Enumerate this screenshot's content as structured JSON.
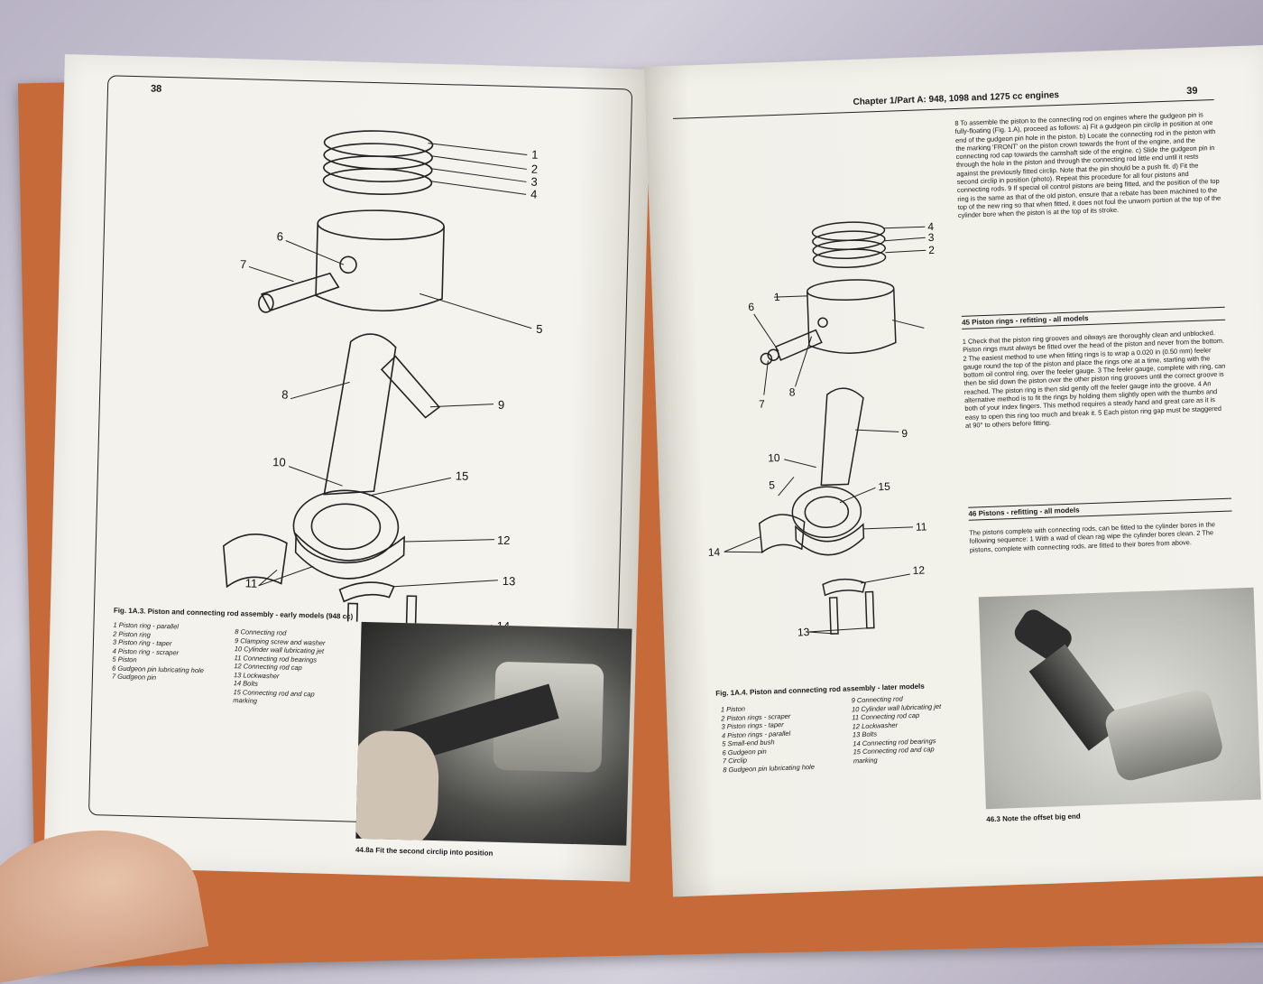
{
  "left_page": {
    "page_number": "38",
    "callouts": [
      "1",
      "2",
      "3",
      "4",
      "5",
      "6",
      "7",
      "8",
      "9",
      "10",
      "11",
      "12",
      "13",
      "14",
      "15"
    ],
    "figure_caption": "Fig. 1A.3. Piston and connecting rod assembly - early models (948 cc)",
    "legend_col1": [
      "1   Piston ring - parallel",
      "2   Piston ring",
      "3   Piston ring - taper",
      "4   Piston ring - scraper",
      "5   Piston",
      "6   Gudgeon pin lubricating hole",
      "7   Gudgeon pin"
    ],
    "legend_col2": [
      "8   Connecting rod",
      "9   Clamping screw and washer",
      "10  Cylinder wall lubricating jet",
      "11  Connecting rod bearings",
      "12  Connecting rod cap",
      "13  Lockwasher",
      "14  Bolts",
      "15  Connecting rod and cap",
      "      marking"
    ],
    "photo_caption": "44.8a Fit the second circlip into position"
  },
  "right_page": {
    "header": "Chapter 1/Part A: 948, 1098 and 1275 cc engines",
    "page_number": "39",
    "callouts": [
      "1",
      "2",
      "3",
      "4",
      "5",
      "6",
      "7",
      "8",
      "9",
      "10",
      "11",
      "12",
      "13",
      "14",
      "15"
    ],
    "figure_caption": "Fig. 1A.4. Piston and connecting rod assembly - later models",
    "legend_col1": [
      "1   Piston",
      "2   Piston rings - scraper",
      "3   Piston rings - taper",
      "4   Piston rings - parallel",
      "5   Small-end bush",
      "6   Gudgeon pin",
      "7   Circlip",
      "8   Gudgeon pin lubricating hole"
    ],
    "legend_col2": [
      "9   Connecting rod",
      "10  Cylinder wall lubricating jet",
      "11  Connecting rod cap",
      "12  Lockwasher",
      "13  Bolts",
      "14  Connecting rod bearings",
      "15  Connecting rod and cap",
      "      marking"
    ],
    "para_top": "8  To assemble the piston to the connecting rod on engines where the gudgeon pin is fully-floating (Fig. 1.A), proceed as follows: a) Fit a gudgeon pin circlip in position at one end of the gudgeon pin hole in the piston. b) Locate the connecting rod in the piston with the marking 'FRONT' on the piston crown towards the front of the engine, and the connecting rod cap towards the camshaft side of the engine. c) Slide the gudgeon pin in through the hole in the piston and through the connecting rod little end until it rests against the previously fitted circlip. Note that the pin should be a push fit. d) Fit the second circlip in position (photo). Repeat this procedure for all four pistons and connecting rods. 9  If special oil control pistons are being fitted, and the position of the top ring is the same as that of the old piston, ensure that a rebate has been machined to the top of the new ring so that when fitted, it does not foul the unworn portion at the top of the cylinder bore when the piston is at the top of its stroke.",
    "section45_title": "45 Piston rings - refitting - all models",
    "section45_text": "1  Check that the piston ring grooves and oilways are thoroughly clean and unblocked. Piston rings must always be fitted over the head of the piston and never from the bottom. 2  The easiest method to use when fitting rings is to wrap a 0.020 in (0.50 mm) feeler gauge round the top of the piston and place the rings one at a time, starting with the bottom oil control ring, over the feeler gauge. 3  The feeler gauge, complete with ring, can then be slid down the piston over the other piston ring grooves until the correct groove is reached. The piston ring is then slid gently off the feeler gauge into the groove. 4  An alternative method is to fit the rings by holding them slightly open with the thumbs and both of your index fingers. This method requires a steady hand and great care as it is easy to open this ring too much and break it. 5  Each piston ring gap must be staggered at 90° to others before fitting.",
    "section46_title": "46 Pistons - refitting - all models",
    "section46_text": "The pistons complete with connecting rods, can be fitted to the cylinder bores in the following sequence: 1  With a wad of clean rag wipe the cylinder bores clean. 2  The pistons, complete with connecting rods, are fitted to their bores from above.",
    "photo_caption": "46.3 Note the offset big end"
  }
}
